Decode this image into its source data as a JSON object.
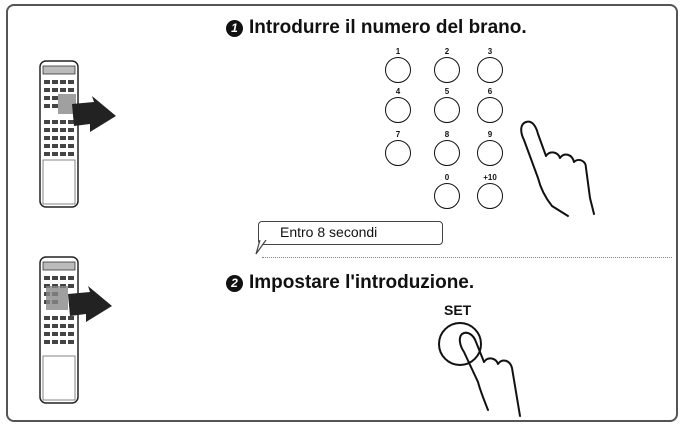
{
  "step1": {
    "badge": "1",
    "heading": "Introdurre il numero del brano."
  },
  "keypad": {
    "keys": [
      "1",
      "2",
      "3",
      "4",
      "5",
      "6",
      "7",
      "8",
      "9",
      "0",
      "+10"
    ]
  },
  "callout": {
    "text": "Entro 8 secondi"
  },
  "step2": {
    "badge": "2",
    "heading": "Impostare l'introduzione."
  },
  "set_button": {
    "label": "SET"
  },
  "icons": [
    "remote-control-icon",
    "pointing-hand-icon",
    "press-arrow-icon"
  ]
}
